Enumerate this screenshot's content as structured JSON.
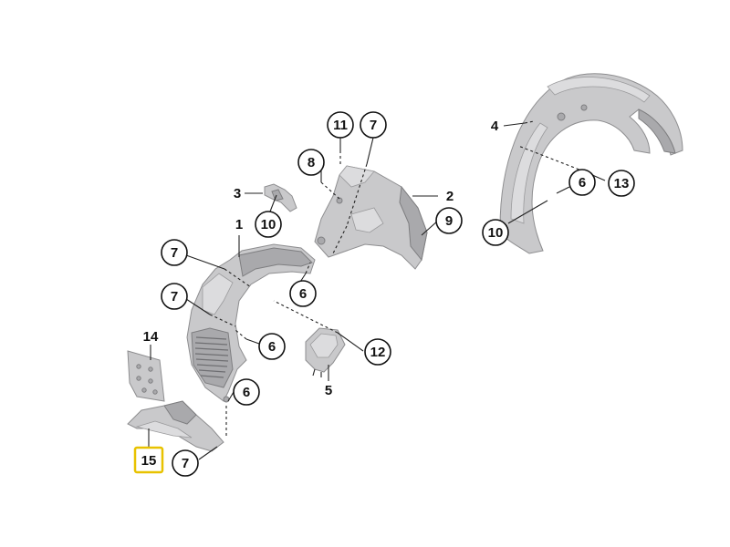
{
  "callouts": {
    "c11": "11",
    "c7a": "7",
    "c8": "8",
    "c2": "2",
    "c3": "3",
    "c10a": "10",
    "c9": "9",
    "c1": "1",
    "c7b": "7",
    "c6a": "6",
    "c7c": "7",
    "c6b": "6",
    "c12": "12",
    "c14": "14",
    "c5": "5",
    "c6c": "6",
    "c15": "15",
    "c7d": "7",
    "c4": "4",
    "c6d": "6",
    "c13": "13",
    "c10b": "10"
  },
  "colors": {
    "highlight": "#e8c200",
    "part_fill": "#c9c9cb"
  }
}
